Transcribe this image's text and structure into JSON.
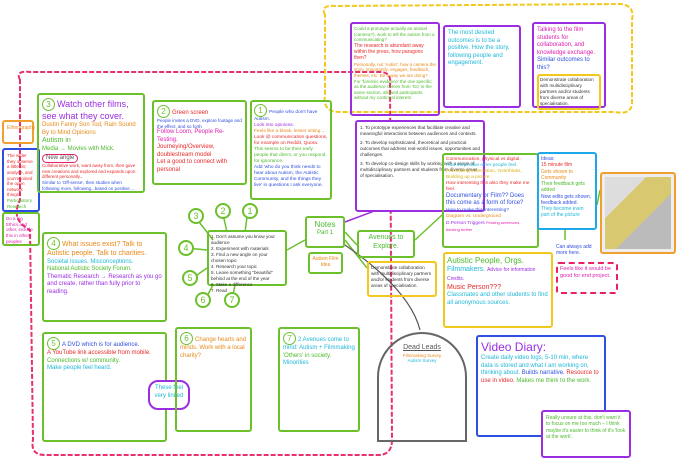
{
  "yellow_group": {
    "box1": {
      "number": "1",
      "lines": [
        "Could a prototype actually an animal (camera?), work to tell the autism from a communicating?",
        "The research is abundant away within the press, how paragons then?",
        "Personally, not 'Autist', how a camera the story, importantly, engages, feedback, themes, etc. Be a way we are doing?",
        "For 'forensic evidence' the one specific; as the audience comes from 'Go' in the same section, allowed participants without my continual interest."
      ]
    },
    "box2": {
      "number": "2",
      "lines": [
        "The most desired outcomes is to be a positive. How the story, following people and engagement."
      ]
    },
    "box3": {
      "number": "3",
      "lines": [
        "Talking to the film students for collaboration, and knowledge exchange.",
        "Similar outcomes to this?"
      ],
      "typed": "Demonstrate collaboration with multidisciplinary partners and/or students from diverse areas of specialisation."
    }
  },
  "left": {
    "ethnography": "Ethnography",
    "blue_note": "The wider they observe a little bit; analyse, and you're joined the open network things.",
    "participatory": "Participatory Research",
    "green_note": "Do a big Ethics and other, include this in other peoples"
  },
  "box3": {
    "number": "3",
    "title": "Watch other films, see what they cover.",
    "line1": "Dustin Fanny Son Tod, Rain Sound By to Mind Opinions",
    "line2": "Autism in",
    "line3": "Media → Movies with Mick.",
    "new_angle": "New angle",
    "red_note": "Collaborative work, want away from, then gave new creations and explored and expands upon different personally...",
    "blue_note": "Similar to 'Off-sense', then studies when following more, following...based on positive ..."
  },
  "box2": {
    "number": "2",
    "green_screen": "Green screen",
    "note": "People invites a DVD, explore footage and the effect, and so forth",
    "tools": "Follow Loom, People Re-Testing.",
    "line": "Journeying/Overview, doublestream model",
    "line2": "Let a good to connect with personal"
  },
  "box1": {
    "number": "1",
    "lines": [
      "People who don't have Autism.",
      "Look into opinions.",
      "Feels like a bleak, lesser sitting ...",
      "Look @ communication questions, for example on Reddit, Quora.",
      "This seems to be their early people that direct, or you respond for ignorance.",
      "Add 'who do you think needs to hear about Autism, the Autistic Community, and the things they live' in questions I ask everyone."
    ]
  },
  "objectives": [
    "1. To prototype experiences that facilitate creative and meaningful interactions between audiences and contexts.",
    "2. To develop sophisticated, theoretical and practical outcomes that address real-world issues, opportunities and challenges.",
    "3. To develop co-design skills by working with a range of multidisciplinary partners and students from diverse areas of specialisation."
  ],
  "box4": {
    "number": "4",
    "lines": [
      "What issues exist? Talk to Autistic people. Talk to charities.",
      "Societal issues. Misconceptions.",
      "National Autistic Society Forum.",
      "Thematic Research → Research as you go and create, rather than fully prior to reading."
    ]
  },
  "center": {
    "list": [
      "1. Don't assume you know your audience",
      "2. Experiment with materials",
      "3. Find a new angle on your chosen topic",
      "4. Research your topic",
      "5. Leave something \"beautiful\" behind at the end of the year",
      "6. Make a difference",
      "7. Read"
    ],
    "circles": [
      "1",
      "2",
      "3",
      "4",
      "5",
      "6",
      "7"
    ]
  },
  "notes": {
    "title": "Notes",
    "subtitle": "Part 1",
    "autism": "Autism Film Idea"
  },
  "avenues": "Avenues to Explore.",
  "demo_typed": "Demonstrate collaboration with multidisciplinary partners and/or students from diverse areas of specialisation.",
  "comms": {
    "lines": [
      "Communication, physical vs digital.",
      "How they make other people feel.",
      "Processing information, Overthinks, Building up a picture.",
      "How interesting this also they make me feel.",
      "Documentary or Film?? Does this come as a form of force?",
      "How to make this interesting?",
      "Diagram vs. Underground",
      "D.Person Triggers",
      "Flowing sentences, thinking further"
    ]
  },
  "ideas": {
    "lines": [
      "Ideas:",
      "15 minute film",
      "Gets shown to Community",
      "Their feedback gets added",
      "Now edits gets shown, feedback added.",
      "They become even part of the picture"
    ],
    "after": "Can always add more here.",
    "red": "Feels like it would be good for end project."
  },
  "autism_people": {
    "title": "Autistic People, Orgs.",
    "filmmakers": "Filmmakers.",
    "advice": "Advice for information Credits.",
    "music": "Music Person???",
    "classmates": "Classmates and other students to find all anonymous sources."
  },
  "box5": {
    "number": "5",
    "lines": [
      "A DVD which is for audience.",
      "A YouTube link accessible from mobile.",
      "Connections w/ community.",
      "Make people feel heard."
    ]
  },
  "linked": "These feel very linked",
  "box6": {
    "number": "6",
    "lines": [
      "Change hearts and minds. Work with a local charity?"
    ]
  },
  "box7": {
    "number": "7",
    "lines": [
      "2 Avenues come to mind: Autism + Filmmaking",
      "'Others' in society.",
      "Minorities"
    ]
  },
  "dead_leads": {
    "title": "Dead Leads",
    "items": [
      "Filmmaking Survey",
      "Autism Survey"
    ]
  },
  "video_diary": {
    "title": "Video Diary:",
    "lines": [
      "Create daily video logs, 5-10 min, where data is stored and what I am working on, thinking about.",
      "Builds narrative.",
      "Resource to use in video.",
      "Makes me think to the work."
    ]
  },
  "reflection": "Really unsure at this, don't want it to focus on me too much – I think maybe it's easier to think of it's 'look at the work'."
}
